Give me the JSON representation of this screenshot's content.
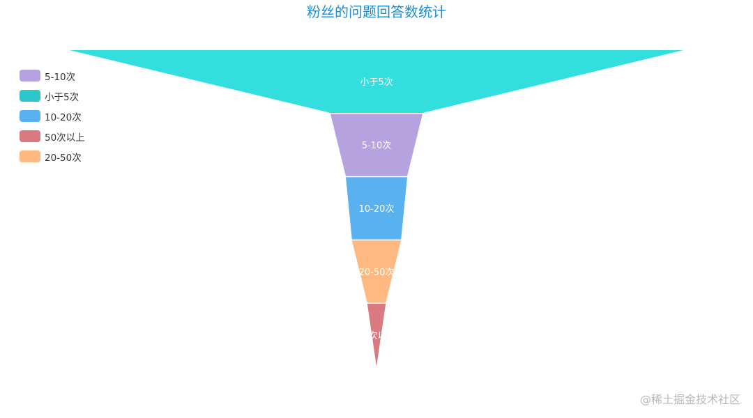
{
  "title": "粉丝的问题回答数统计",
  "chart_data": {
    "type": "funnel",
    "sort": "descending",
    "legend_position": "left",
    "legend": [
      "5-10次",
      "小于5次",
      "10-20次",
      "50次以上",
      "20-50次"
    ],
    "categories": [
      "小于5次",
      "5-10次",
      "10-20次",
      "20-50次",
      "50次以上"
    ],
    "values": [
      100,
      15,
      10,
      8,
      3
    ],
    "colors": {
      "小于5次": "#33dede",
      "5-10次": "#b6a2de",
      "10-20次": "#5ab1ef",
      "20-50次": "#ffb980",
      "50次以上": "#d87a80"
    },
    "legend_colors": {
      "小于5次": "#2ec7c9",
      "5-10次": "#b6a2de",
      "10-20次": "#5ab1ef",
      "20-50次": "#ffb980",
      "50次以上": "#d87a80"
    }
  },
  "watermark": "@稀土掘金技术社区"
}
